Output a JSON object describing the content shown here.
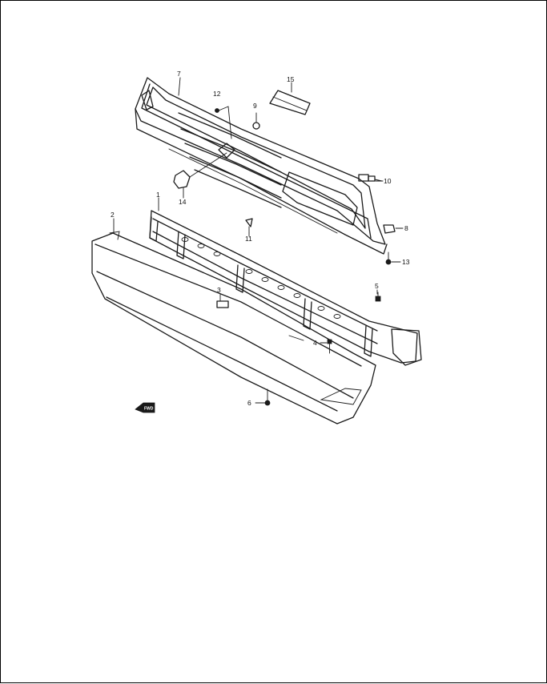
{
  "callouts": {
    "c1": "1",
    "c2": "2",
    "c3": "3",
    "c4": "4",
    "c5": "5",
    "c6": "6",
    "c7": "7",
    "c8": "8",
    "c9": "9",
    "c10": "10",
    "c11": "11",
    "c12": "12",
    "c13": "13",
    "c14": "14",
    "c15": "15"
  },
  "fwd_mark": "FWD"
}
